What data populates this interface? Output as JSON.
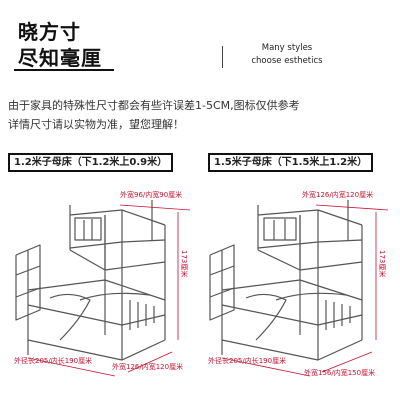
{
  "header": {
    "title_line1": "晓方寸",
    "title_line2": "尽知毫厘",
    "tagline_line1": "Many styles",
    "tagline_line2": "choose esthetics"
  },
  "notice": {
    "line1": "由于家具的特殊性尺寸都会有些许误差1-5CM,图标仅供参考",
    "line2": "详情尺寸请以实物为准，望您理解！"
  },
  "products": [
    {
      "label": "1.2米子母床（下1.2米上0.9米）",
      "top_dim": "外宽96/内宽90厘米",
      "height_dim": "173厘米",
      "bottom_width_dim": "外宽126/内宽120厘米",
      "length_dim": "外径长205/内长190厘米"
    },
    {
      "label": "1.5米子母床（下1.5米上1.2米）",
      "top_dim": "外宽126/内宽120厘米",
      "height_dim": "173厘米",
      "bottom_width_dim": "外宽156/内宽150厘米",
      "length_dim": "外径长205/内长190厘米"
    }
  ],
  "colors": {
    "dimension": "#c8102e",
    "line": "#555555",
    "text": "#222222"
  }
}
